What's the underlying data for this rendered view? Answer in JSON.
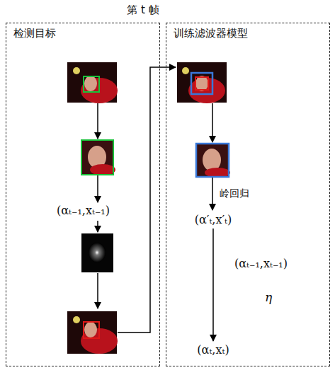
{
  "diagram": {
    "title": "第 t 帧",
    "nodes": [
      {
        "text": [
          "检测目标"
        ]
      },
      {
        "text": [
          "训练滤波器模型"
        ]
      },
      {
        "text": [
          "(α′ₜ,x′ₜ)"
        ],
        "in": 1
      },
      {
        "text": [
          "(αₜ,xₜ)"
        ],
        "in": 1
      }
    ],
    "edges": [
      {
        "from": 2,
        "to": 3,
        "arrow": "to",
        "label": "(αₜ₋₁,xₜ₋₁)"
      }
    ],
    "labels": [
      "(αₜ₋₁,xₜ₋₁)",
      "岭回归",
      "η"
    ]
  }
}
